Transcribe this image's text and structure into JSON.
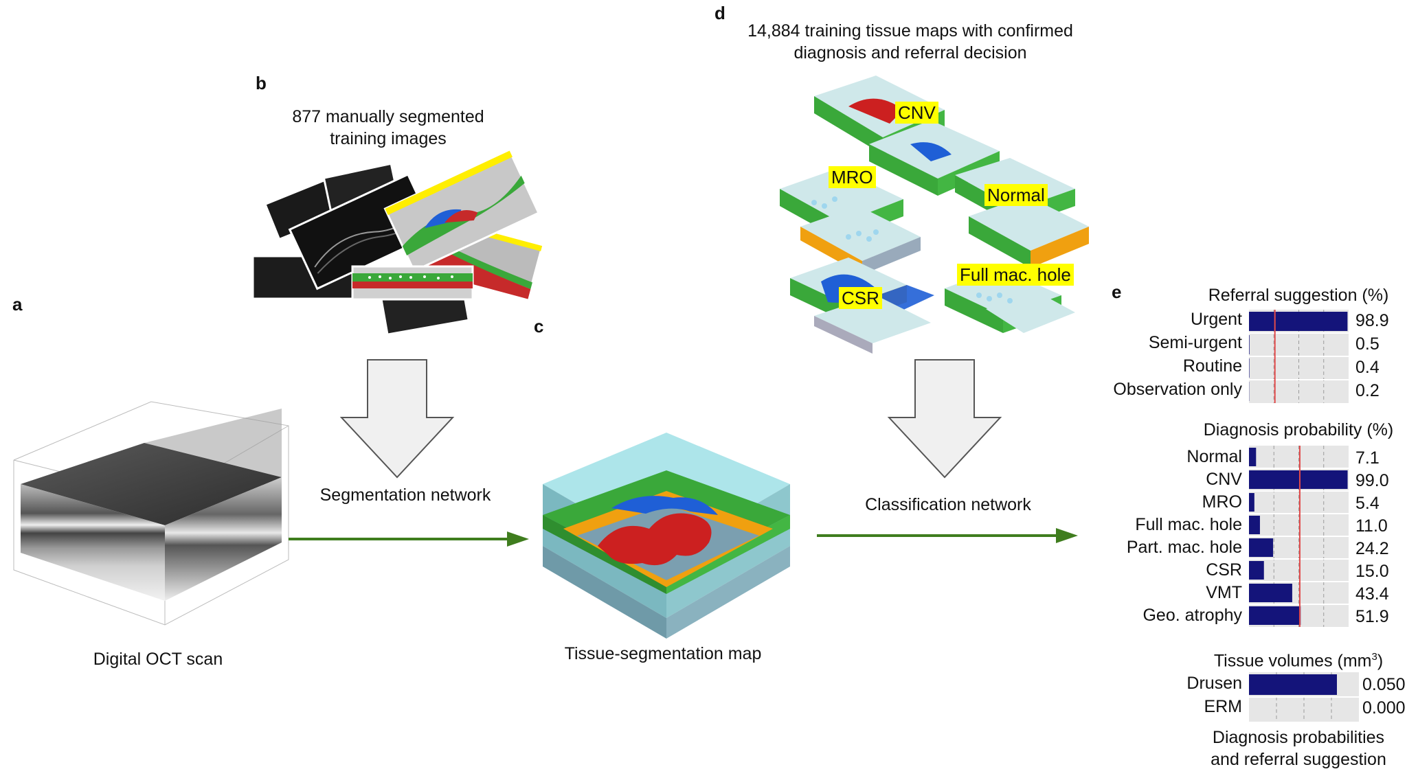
{
  "panels": {
    "a": "a",
    "b": "b",
    "c": "c",
    "d": "d",
    "e": "e"
  },
  "captions": {
    "a": "Digital OCT scan",
    "b_line1": "877 manually segmented",
    "b_line2": "training images",
    "c": "Tissue-segmentation map",
    "d_line1": "14,884 training tissue maps with confirmed",
    "d_line2": "diagnosis and referral decision",
    "e_line1": "Diagnosis probabilities",
    "e_line2": "and referral suggestion"
  },
  "networks": {
    "segmentation": "Segmentation network",
    "classification": "Classification network"
  },
  "tissue_map_tags": [
    "CNV",
    "MRO",
    "Normal",
    "CSR",
    "Full mac. hole"
  ],
  "colors": {
    "arrow_green": "#3f7d1e",
    "bar_navy": "#14147a",
    "threshold_red": "#e24a4a",
    "chart_bg": "#e6e6e6",
    "tag_yellow": "#ffff00",
    "big_arrow_fill": "#f0f0f0",
    "retina_green": "#3ca83c",
    "fluid_blue": "#1f5fd6",
    "lesion_red": "#cc2020",
    "rpe_orange": "#f0a010"
  },
  "chart_data": [
    {
      "type": "bar",
      "title": "Referral suggestion (%)",
      "categories": [
        "Urgent",
        "Semi-urgent",
        "Routine",
        "Observation only"
      ],
      "values": [
        98.9,
        0.5,
        0.4,
        0.2
      ],
      "value_labels": [
        "98.9",
        "0.5",
        "0.4",
        "0.2"
      ],
      "xlim": [
        0,
        100
      ],
      "threshold": 26,
      "grid": true
    },
    {
      "type": "bar",
      "title": "Diagnosis probability (%)",
      "categories": [
        "Normal",
        "CNV",
        "MRO",
        "Full mac. hole",
        "Part. mac. hole",
        "CSR",
        "VMT",
        "Geo. atrophy"
      ],
      "values": [
        7.1,
        99.0,
        5.4,
        11.0,
        24.2,
        15.0,
        43.4,
        51.9
      ],
      "value_labels": [
        "7.1",
        "99.0",
        "5.4",
        "11.0",
        "24.2",
        "15.0",
        "43.4",
        "51.9"
      ],
      "xlim": [
        0,
        100
      ],
      "threshold": 51,
      "grid": true
    },
    {
      "type": "bar",
      "title_prefix": "Tissue volumes (mm",
      "title_sup": "3",
      "title_suffix": ")",
      "categories": [
        "Drusen",
        "ERM"
      ],
      "values": [
        0.05,
        0.0
      ],
      "value_labels": [
        "0.050",
        "0.000"
      ],
      "grid": true
    }
  ]
}
